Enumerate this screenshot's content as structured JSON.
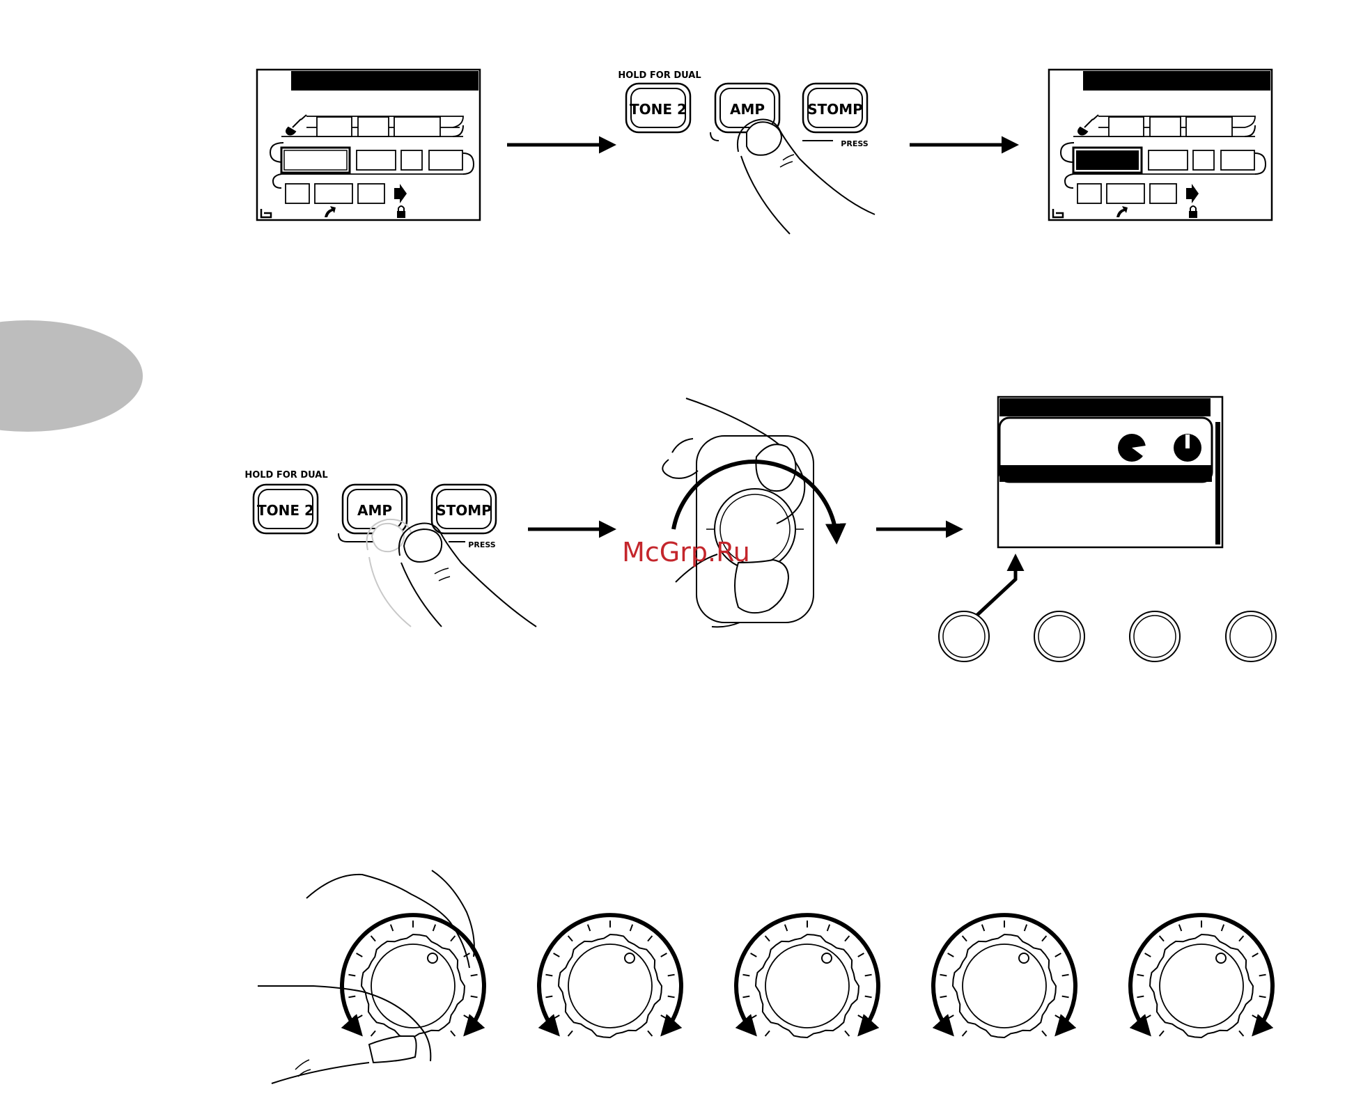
{
  "labels": {
    "hold_for_dual": "HOLD FOR DUAL",
    "tone2": "TONE 2",
    "amp": "AMP",
    "stomp": "STOMP",
    "press": "PRESS"
  },
  "watermark": "McGrp.Ru",
  "colors": {
    "ink": "#000000",
    "tab": "#bdbdbd",
    "watermark": "#c4262c",
    "ghost": "#c8c8c8"
  },
  "knob_count_row3": 5,
  "knob_count_row2": 4
}
